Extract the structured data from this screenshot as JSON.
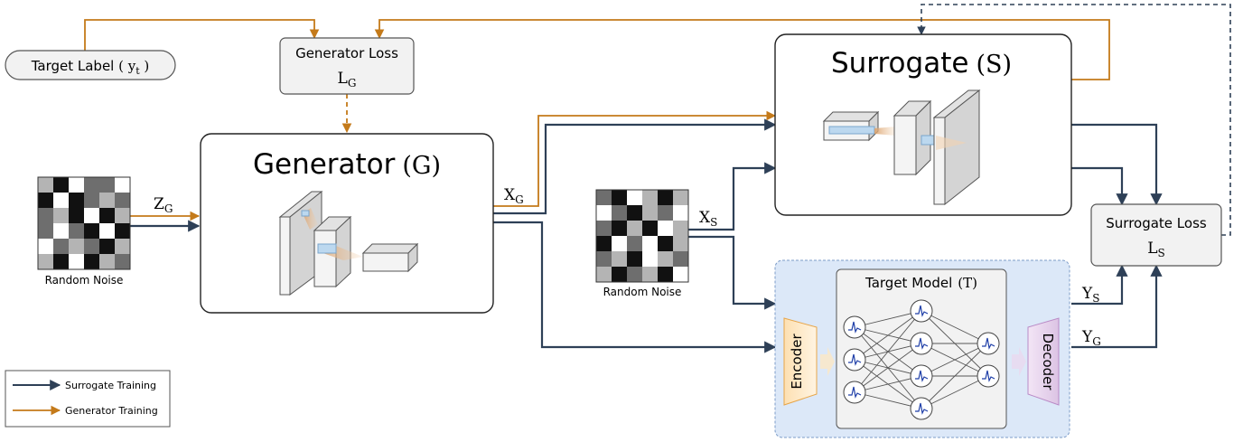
{
  "colors": {
    "surrogate_arrow": "#2e4057",
    "generator_arrow": "#c47a1a",
    "target_panel_fill": "#dce8f8",
    "target_panel_border": "#7d9cc8",
    "encoder_fill": "#fde7c4",
    "encoder_stroke": "#e8a64a",
    "decoder_fill": "#ead8ef",
    "decoder_stroke": "#b98ac6",
    "box_fill": "#f2f2f2",
    "neuron_signal": "#1f3fa8"
  },
  "target_label": {
    "text": "Target Label",
    "symbol": "y",
    "sub": "t"
  },
  "generator_loss": {
    "title": "Generator Loss",
    "symbol": "L",
    "sub": "G"
  },
  "generator": {
    "title": "Generator",
    "symbol": "(G)"
  },
  "surrogate": {
    "title": "Surrogate",
    "symbol": "(S)"
  },
  "surrogate_loss": {
    "title": "Surrogate Loss",
    "symbol": "L",
    "sub": "S"
  },
  "noise_left": {
    "caption": "Random Noise"
  },
  "noise_mid": {
    "caption": "Random Noise"
  },
  "target_model": {
    "title": "Target Model",
    "symbol": "(T)",
    "encoder": "Encoder",
    "decoder": "Decoder"
  },
  "edge_labels": {
    "zg": {
      "symbol": "Z",
      "sub": "G"
    },
    "xg": {
      "symbol": "X",
      "sub": "G"
    },
    "xs": {
      "symbol": "X",
      "sub": "S"
    },
    "ys": {
      "symbol": "Y",
      "sub": "S"
    },
    "yg": {
      "symbol": "Y",
      "sub": "G"
    }
  },
  "legend": {
    "surrogate_training": "Surrogate Training",
    "generator_training": "Generator Training"
  },
  "noise_left_grid": [
    [
      2,
      0,
      3,
      1,
      1,
      3
    ],
    [
      0,
      3,
      0,
      1,
      2,
      1
    ],
    [
      1,
      2,
      0,
      3,
      0,
      2
    ],
    [
      1,
      3,
      1,
      0,
      3,
      0
    ],
    [
      3,
      1,
      2,
      1,
      0,
      2
    ],
    [
      2,
      0,
      3,
      0,
      2,
      1
    ]
  ],
  "noise_mid_grid": [
    [
      1,
      0,
      3,
      2,
      0,
      2
    ],
    [
      3,
      1,
      0,
      2,
      1,
      3
    ],
    [
      1,
      0,
      2,
      0,
      3,
      2
    ],
    [
      0,
      3,
      1,
      3,
      0,
      2
    ],
    [
      1,
      2,
      0,
      3,
      2,
      1
    ],
    [
      2,
      0,
      1,
      2,
      0,
      3
    ]
  ]
}
